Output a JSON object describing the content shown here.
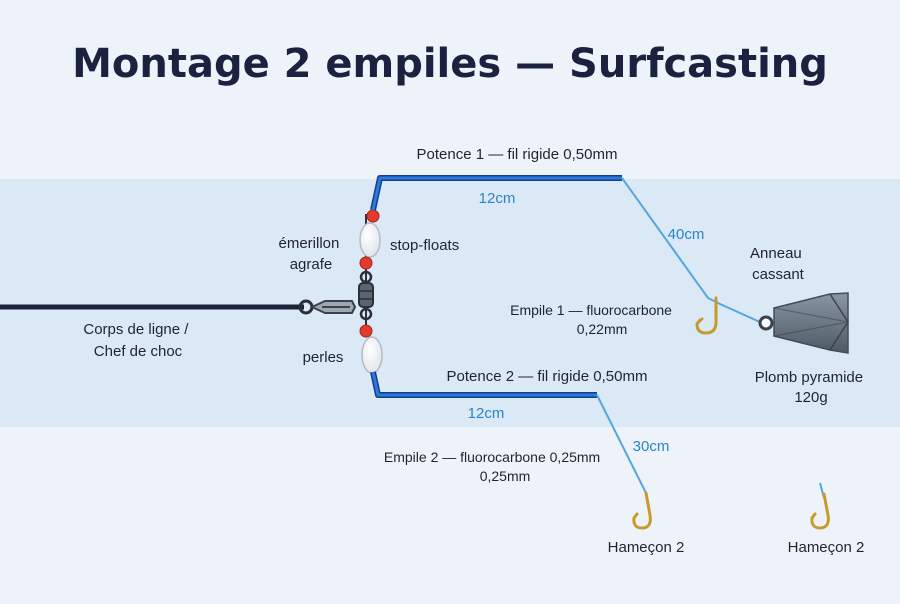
{
  "title": "Montage 2 empiles — Surfcasting",
  "labels": {
    "main_line": [
      "Corps de ligne /",
      "Chef de choc"
    ],
    "swivel": [
      "émerillon",
      "agrafe"
    ],
    "stop_floats": "stop-floats",
    "beads": "perles",
    "potence_1": "Potence 1 — fil rigide 0,50mm",
    "potence_1_length": "12cm",
    "empile_1_length": "40cm",
    "empile_1": [
      "Empile 1 — fluorocarbone",
      "0,22mm"
    ],
    "anneau": [
      "Anneau",
      "cassant"
    ],
    "plomb": [
      "Plomb pyramide",
      "120g"
    ],
    "potence_2": "Potence 2 — fil rigide 0,50mm",
    "potence_2_length": "12cm",
    "empile_2_length": "30cm",
    "empile_2": [
      "Empile 2 — fluorocarbone 0,25mm",
      "0,25mm"
    ],
    "hook_2a": "Hameçon 2",
    "hook_2b": "Hameçon 2"
  },
  "colors": {
    "background": "#eef3fa",
    "band": "#dbe8f5",
    "title": "#1b2240",
    "main_line": "#1c2439",
    "potence": "#1d62c9",
    "potence_dark": "#123f86",
    "empile": "#52a7df",
    "length_label": "#2b86c9",
    "text": "#1f2430",
    "bead": "#e03b2c",
    "hook": "#c79a2c",
    "lead": "#6a7785"
  }
}
